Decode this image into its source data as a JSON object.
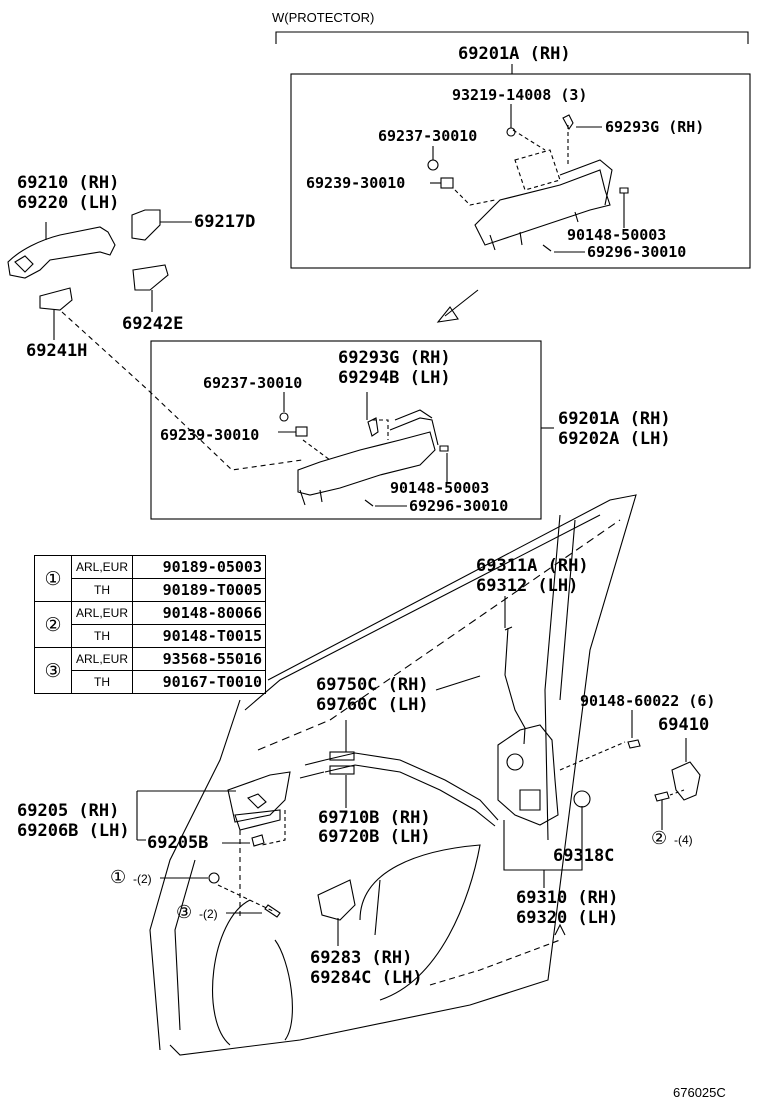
{
  "diagram": {
    "figure_id": "676025C",
    "protector_note": "W(PROTECTOR)",
    "top_assembly": {
      "title": "69201A (RH)",
      "parts": {
        "screw": "93219-14008 (3)",
        "bracket_rh": "69293G (RH)",
        "grommet_a": "69237-30010",
        "grommet_b": "69239-30010",
        "bolt": "90148-50003",
        "screw_b": "69296-30010"
      }
    },
    "outer_handle": {
      "rh": "69210 (RH)",
      "lh": "69220 (LH)"
    },
    "handle_cap": "69217D",
    "pad_front": "69242E",
    "pad_rear": "69241H",
    "mid_assembly": {
      "rh": "69201A (RH)",
      "lh": "69202A (LH)",
      "parts": {
        "bracket_rh": "69293G (RH)",
        "bracket_lh": "69294B (LH)",
        "grommet_a": "69237-30010",
        "grommet_b": "69239-30010",
        "bolt": "90148-50003",
        "screw_b": "69296-30010"
      }
    },
    "fastener_table": [
      {
        "key": "①",
        "rows": [
          {
            "region": "ARL,EUR",
            "part": "90189-05003"
          },
          {
            "region": "TH",
            "part": "90189-T0005"
          }
        ]
      },
      {
        "key": "②",
        "rows": [
          {
            "region": "ARL,EUR",
            "part": "90148-80066"
          },
          {
            "region": "TH",
            "part": "90148-T0015"
          }
        ]
      },
      {
        "key": "③",
        "rows": [
          {
            "region": "ARL,EUR",
            "part": "93568-55016"
          },
          {
            "region": "TH",
            "part": "90167-T0010"
          }
        ]
      }
    ],
    "lock_rod": {
      "rh": "69311A (RH)",
      "lh": "69312 (LH)"
    },
    "cable_a": {
      "rh": "69750C (RH)",
      "lh": "69760C (LH)"
    },
    "cable_b": {
      "rh": "69710B (RH)",
      "lh": "69720B (LH)"
    },
    "inner_handle": {
      "rh": "69205 (RH)",
      "lh": "69206B (LH)"
    },
    "inner_handle_screw": "69205B",
    "striker_screw": "90148-60022 (6)",
    "striker": "69410",
    "lock_cap": "69318C",
    "door_lock": {
      "rh": "69310 (RH)",
      "lh": "69320 (LH)"
    },
    "cover": {
      "rh": "69283 (RH)",
      "lh": "69284C (LH)"
    },
    "callouts": {
      "c1": "①",
      "c1_qty": "-(2)",
      "c2": "②",
      "c2_qty": "-(4)",
      "c3": "③",
      "c3_qty": "-(2)"
    }
  }
}
